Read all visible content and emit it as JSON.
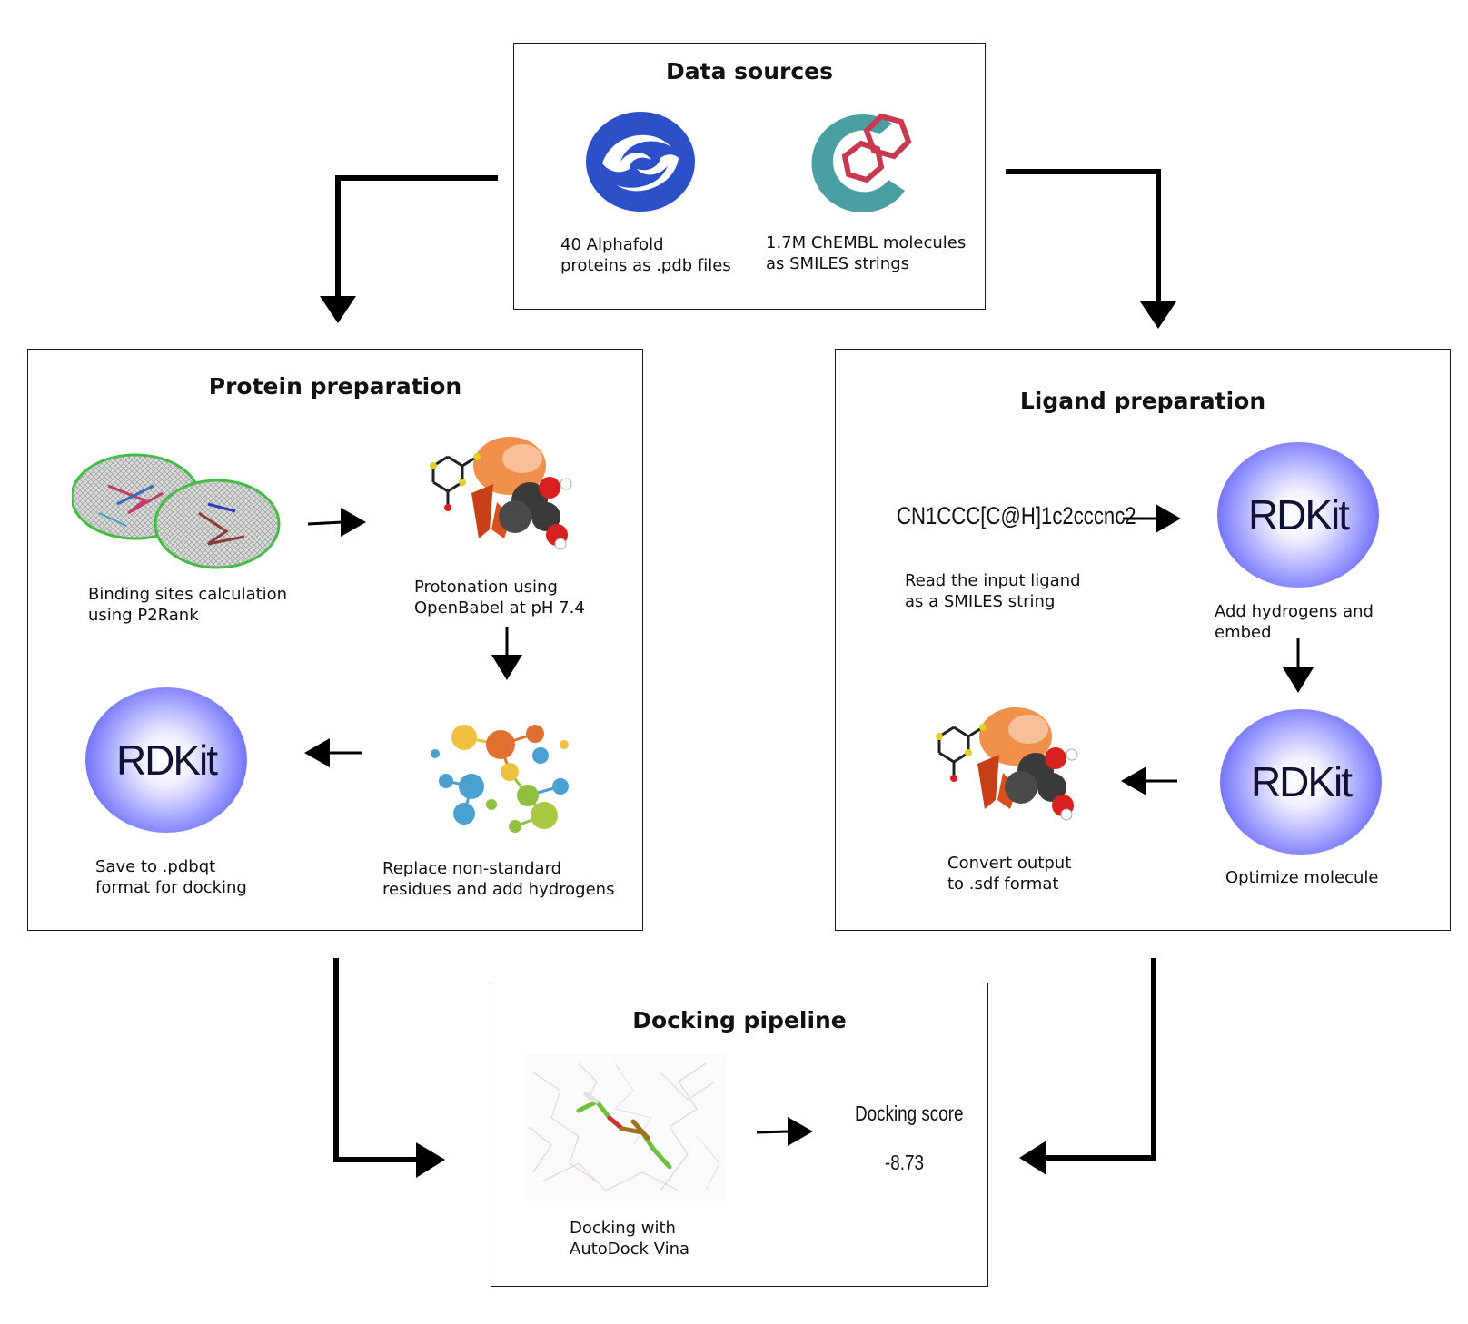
{
  "data_sources": {
    "title": "Data sources",
    "alphafold_caption_line1": "40 Alphafold",
    "alphafold_caption_line2": "proteins as .pdb files",
    "chembl_caption_line1": "1.7M ChEMBL molecules",
    "chembl_caption_line2": "as SMILES strings"
  },
  "protein_prep": {
    "title": "Protein preparation",
    "step1_line1": "Binding sites calculation",
    "step1_line2": "using P2Rank",
    "step2_line1": "Protonation using",
    "step2_line2": "OpenBabel at pH 7.4",
    "step3_line1": "Replace non-standard",
    "step3_line2": "residues and add hydrogens",
    "step4_line1": "Save to .pdbqt",
    "step4_line2": "format for docking",
    "rdkit_logo": "RDKit"
  },
  "ligand_prep": {
    "title": "Ligand preparation",
    "smiles": "CN1CCC[C@H]1c2cccnc2",
    "step1_line1": "Read the input ligand",
    "step1_line2": "as a SMILES string",
    "step2_line1": "Add hydrogens and",
    "step2_line2": "embed",
    "step3": "Optimize molecule",
    "step4_line1": "Convert output",
    "step4_line2": "to .sdf format",
    "rdkit_logo": "RDKit"
  },
  "docking": {
    "title": "Docking pipeline",
    "caption_line1": "Docking with",
    "caption_line2": "AutoDock Vina",
    "score_label": "Docking score",
    "score_value": "-8.73"
  },
  "colors": {
    "alphafold_blue": "#2b50c8",
    "chembl_teal": "#4a9fa2",
    "chembl_red": "#c8394f",
    "rdkit_blue": "#3b3be6"
  }
}
